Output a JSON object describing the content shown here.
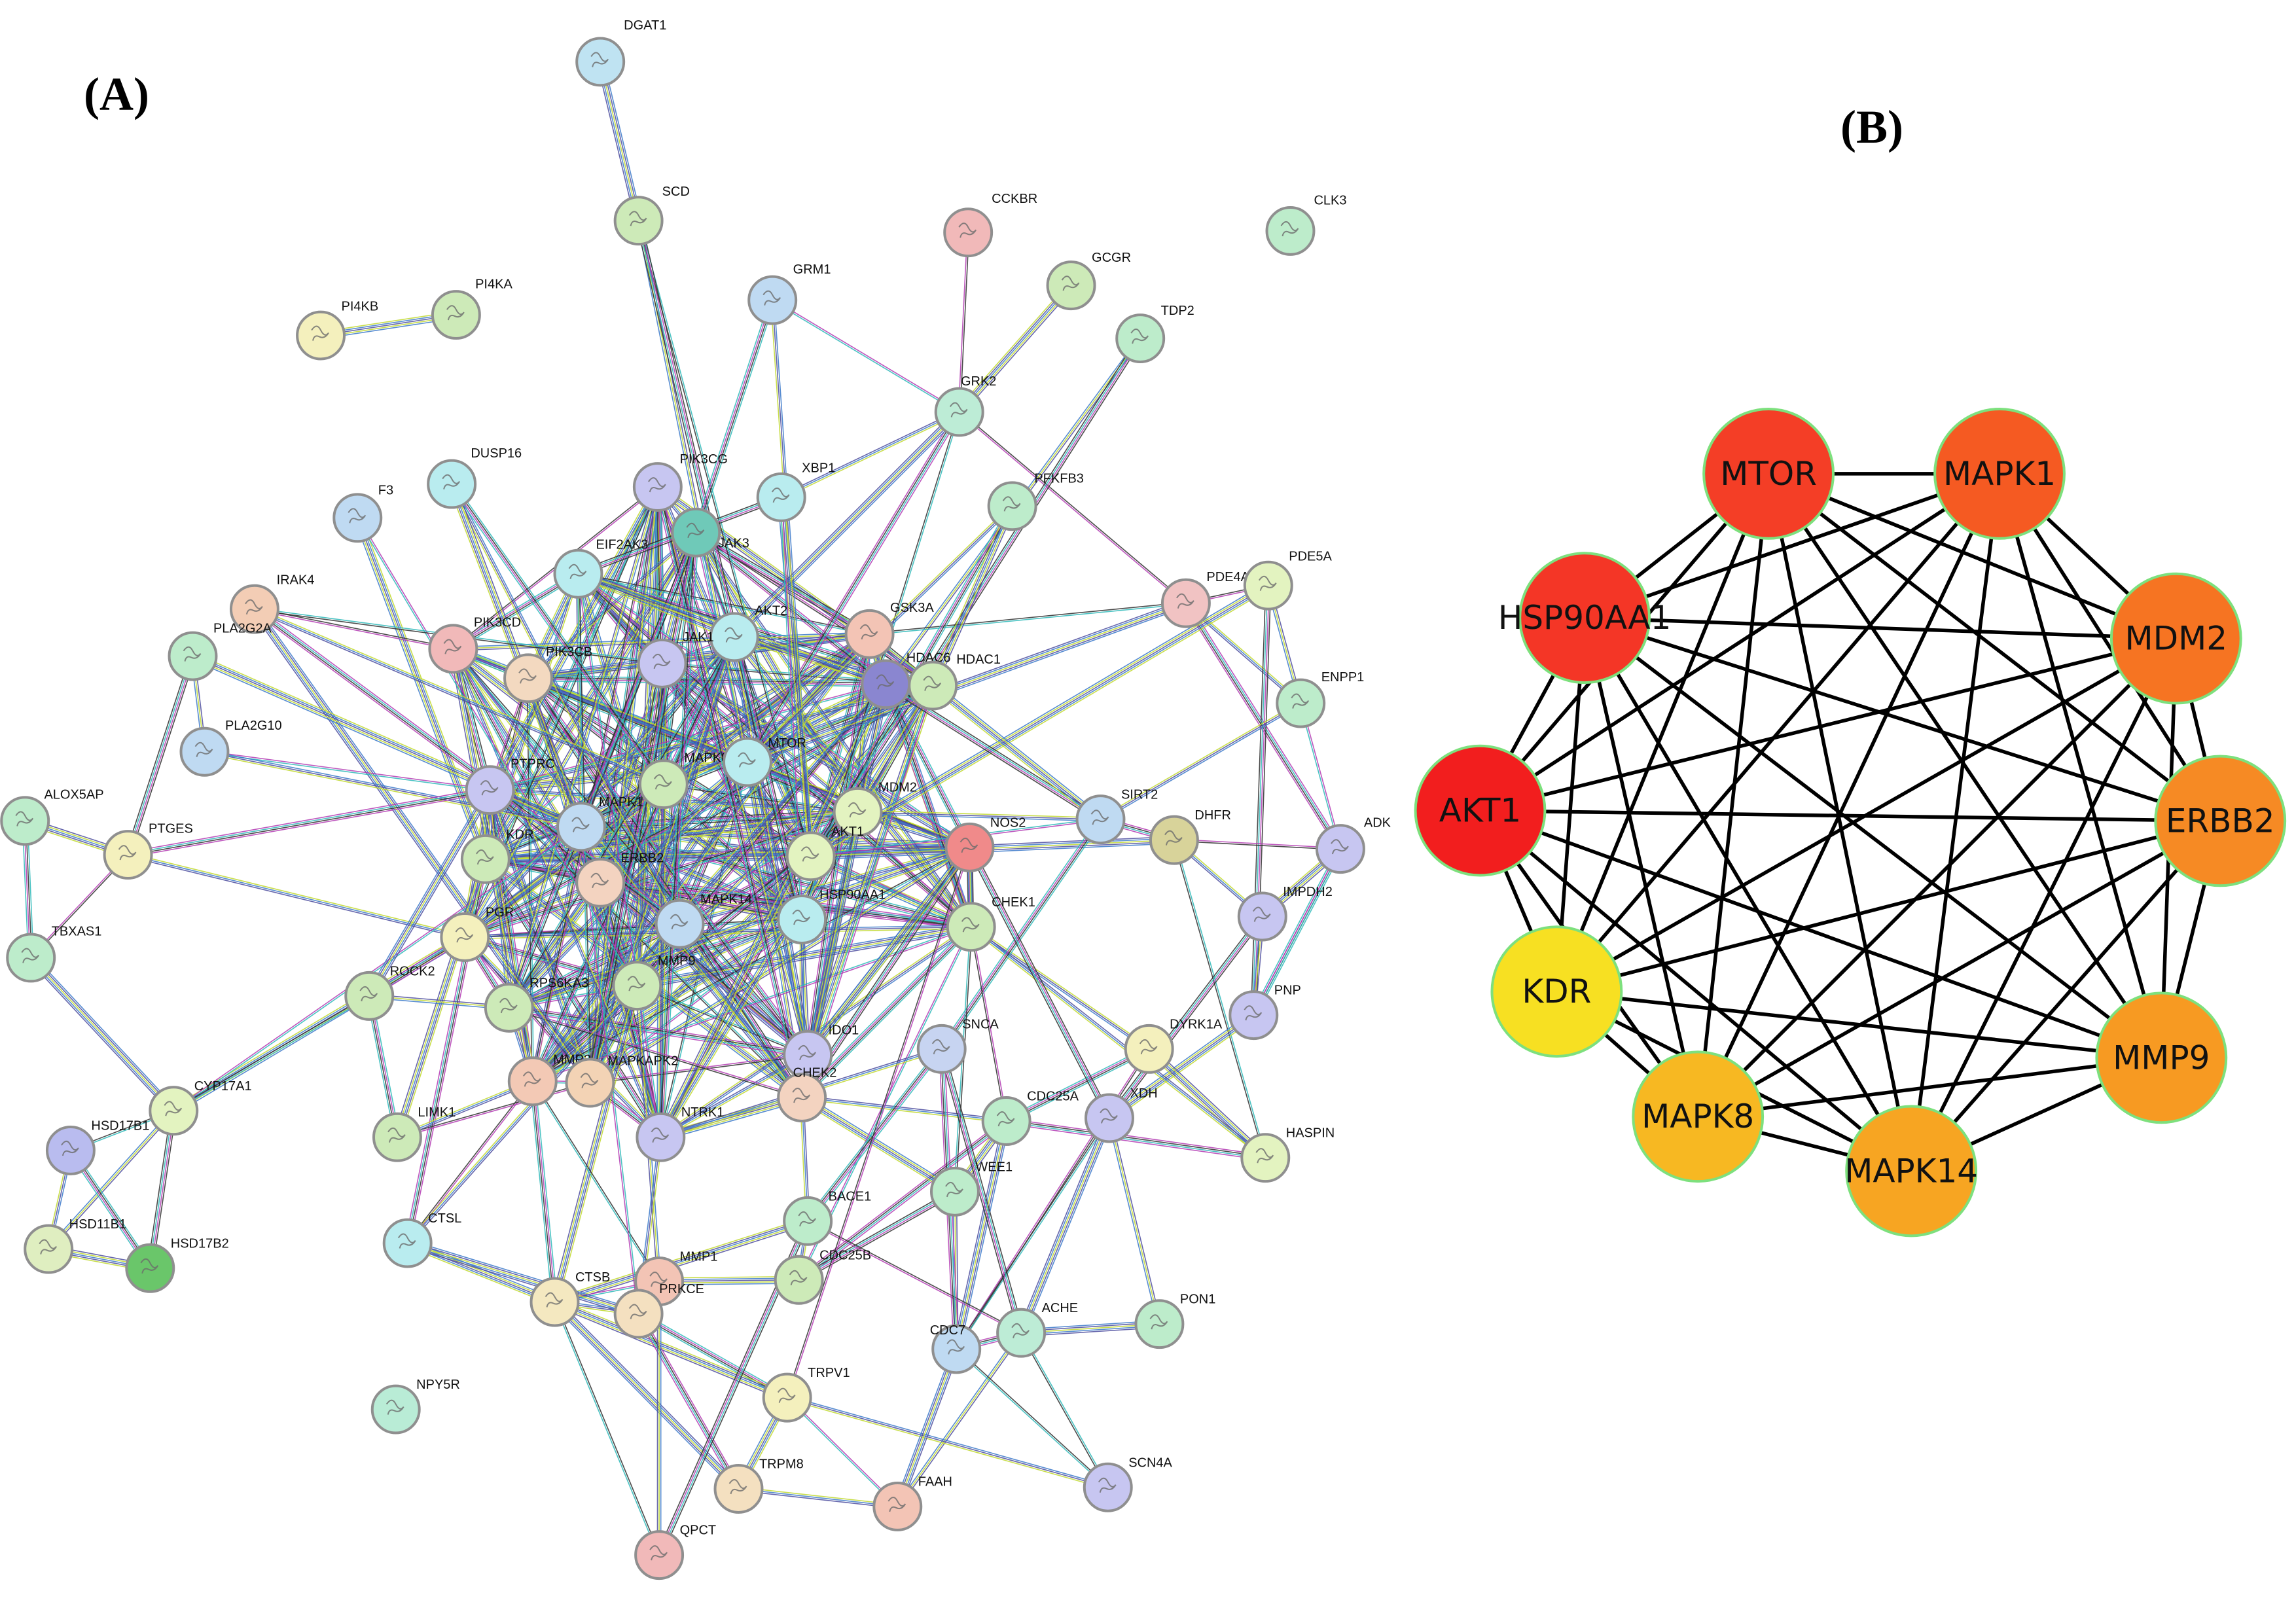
{
  "panels": {
    "a_label": "(A)",
    "b_label": "(B)"
  },
  "panel_a": {
    "nodes": [
      {
        "label": "DGAT1",
        "color": "#bfe3f2"
      },
      {
        "label": "SCD",
        "color": "#cdeab8"
      },
      {
        "label": "CCKBR",
        "color": "#f1b9b9"
      },
      {
        "label": "CLK3",
        "color": "#bdeccb"
      },
      {
        "label": "GRM1",
        "color": "#bfdaf2"
      },
      {
        "label": "GCGR",
        "color": "#cdeab8"
      },
      {
        "label": "PI4KB",
        "color": "#f4f0bd"
      },
      {
        "label": "PI4KA",
        "color": "#cdeab8"
      },
      {
        "label": "TDP2",
        "color": "#bdeccb"
      },
      {
        "label": "GRK2",
        "color": "#bdecd6"
      },
      {
        "label": "DUSP16",
        "color": "#b9ecef"
      },
      {
        "label": "F3",
        "color": "#bfdaf2"
      },
      {
        "label": "PIK3CG",
        "color": "#c7c6f1"
      },
      {
        "label": "XBP1",
        "color": "#b9ecef"
      },
      {
        "label": "PFKFB3",
        "color": "#bdeccb"
      },
      {
        "label": "JAK3",
        "color": "#6fc9b8"
      },
      {
        "label": "EIF2AK3",
        "color": "#b9ecef"
      },
      {
        "label": "IRAK4",
        "color": "#f3cdb5"
      },
      {
        "label": "PDE4A",
        "color": "#f1c3c3"
      },
      {
        "label": "PDE5A",
        "color": "#e3f3c0"
      },
      {
        "label": "AKT2",
        "color": "#b9ecef"
      },
      {
        "label": "GSK3A",
        "color": "#f3c4b5"
      },
      {
        "label": "PLA2G2A",
        "color": "#bdeccb"
      },
      {
        "label": "PIK3CD",
        "color": "#f1b9b9"
      },
      {
        "label": "PIK3CB",
        "color": "#f3d9c0"
      },
      {
        "label": "JAK1",
        "color": "#c7c6f1"
      },
      {
        "label": "HDAC6",
        "color": "#8a86d0"
      },
      {
        "label": "HDAC1",
        "color": "#cdeab8"
      },
      {
        "label": "ENPP1",
        "color": "#bdeccb"
      },
      {
        "label": "PLA2G10",
        "color": "#bfdaf2"
      },
      {
        "label": "MAPK8",
        "color": "#cdeab8"
      },
      {
        "label": "PTPRC",
        "color": "#c7c6f1"
      },
      {
        "label": "MTOR",
        "color": "#b9ecef"
      },
      {
        "label": "MDM2",
        "color": "#e3f3c0"
      },
      {
        "label": "ALOX5AP",
        "color": "#bdeccb"
      },
      {
        "label": "SIRT2",
        "color": "#bfdaf2"
      },
      {
        "label": "DHFR",
        "color": "#d8d39a"
      },
      {
        "label": "ADK",
        "color": "#c7c6f1"
      },
      {
        "label": "PTGES",
        "color": "#f4f0bd"
      },
      {
        "label": "KDR",
        "color": "#cdeab8"
      },
      {
        "label": "MAPK1",
        "color": "#bfdaf2"
      },
      {
        "label": "ERBB2",
        "color": "#f3d3c0"
      },
      {
        "label": "AKT1",
        "color": "#e3f3c0"
      },
      {
        "label": "NOS2",
        "color": "#f08a8a"
      },
      {
        "label": "TBXAS1",
        "color": "#bdeccb"
      },
      {
        "label": "IMPDH2",
        "color": "#c7c6f1"
      },
      {
        "label": "PGR",
        "color": "#f4f0bd"
      },
      {
        "label": "MAPK14",
        "color": "#bfdaf2"
      },
      {
        "label": "HSP90AA1",
        "color": "#b9ecef"
      },
      {
        "label": "CHEK1",
        "color": "#cdeab8"
      },
      {
        "label": "ROCK2",
        "color": "#cdeab8"
      },
      {
        "label": "RPS6KA3",
        "color": "#cdeab8"
      },
      {
        "label": "MMP9",
        "color": "#cdeab8"
      },
      {
        "label": "PNP",
        "color": "#c7c6f1"
      },
      {
        "label": "DYRK1A",
        "color": "#f4f0bd"
      },
      {
        "label": "IDO1",
        "color": "#c7c6f1"
      },
      {
        "label": "SNCA",
        "color": "#c7d4f1"
      },
      {
        "label": "CYP17A1",
        "color": "#e3f3c0"
      },
      {
        "label": "MMP2",
        "color": "#f3c9b5"
      },
      {
        "label": "MAPKAPK2",
        "color": "#f3d3b5"
      },
      {
        "label": "CHEK2",
        "color": "#f3d3c0"
      },
      {
        "label": "HSD17B1",
        "color": "#b9bcef"
      },
      {
        "label": "LIMK1",
        "color": "#cdeab8"
      },
      {
        "label": "NTRK1",
        "color": "#c7c6f1"
      },
      {
        "label": "CDC25A",
        "color": "#bdeccb"
      },
      {
        "label": "XDH",
        "color": "#c7c6f1"
      },
      {
        "label": "HASPIN",
        "color": "#e3f3c0"
      },
      {
        "label": "WEE1",
        "color": "#bdeccb"
      },
      {
        "label": "HSD11B1",
        "color": "#dfeec0"
      },
      {
        "label": "HSD17B2",
        "color": "#6ac66a"
      },
      {
        "label": "CTSL",
        "color": "#b9ecef"
      },
      {
        "label": "BACE1",
        "color": "#bdeccb"
      },
      {
        "label": "MMP1",
        "color": "#f3c4b5"
      },
      {
        "label": "CDC25B",
        "color": "#cdeab8"
      },
      {
        "label": "CTSB",
        "color": "#f4e8c0"
      },
      {
        "label": "PRKCE",
        "color": "#f4e0c0"
      },
      {
        "label": "ACHE",
        "color": "#bdecd6"
      },
      {
        "label": "PON1",
        "color": "#bdeccb"
      },
      {
        "label": "CDC7",
        "color": "#bfdaf2"
      },
      {
        "label": "TRPV1",
        "color": "#f4f0bd"
      },
      {
        "label": "NPY5R",
        "color": "#b9ecd6"
      },
      {
        "label": "SCN4A",
        "color": "#c7c6f1"
      },
      {
        "label": "TRPM8",
        "color": "#f4e0c0"
      },
      {
        "label": "FAAH",
        "color": "#f3c4b5"
      },
      {
        "label": "QPCT",
        "color": "#f1b9b9"
      }
    ],
    "edge_palette": [
      "#2d2d2d",
      "#c0d82c",
      "#b33ab3",
      "#3a78c9",
      "#2bb8b8",
      "#4b4b9e"
    ]
  },
  "panel_b": {
    "nodes": [
      {
        "label": "MTOR",
        "color": "#f43e26"
      },
      {
        "label": "MAPK1",
        "color": "#f55a22"
      },
      {
        "label": "MDM2",
        "color": "#f67422"
      },
      {
        "label": "ERBB2",
        "color": "#f68a24"
      },
      {
        "label": "MMP9",
        "color": "#f79a22"
      },
      {
        "label": "MAPK14",
        "color": "#f7a522"
      },
      {
        "label": "MAPK8",
        "color": "#f7b822"
      },
      {
        "label": "KDR",
        "color": "#f7e022"
      },
      {
        "label": "AKT1",
        "color": "#f21e1e"
      },
      {
        "label": "HSP90AA1",
        "color": "#f43626"
      }
    ],
    "edge_color": "#000000",
    "node_border": "#7de07d"
  }
}
